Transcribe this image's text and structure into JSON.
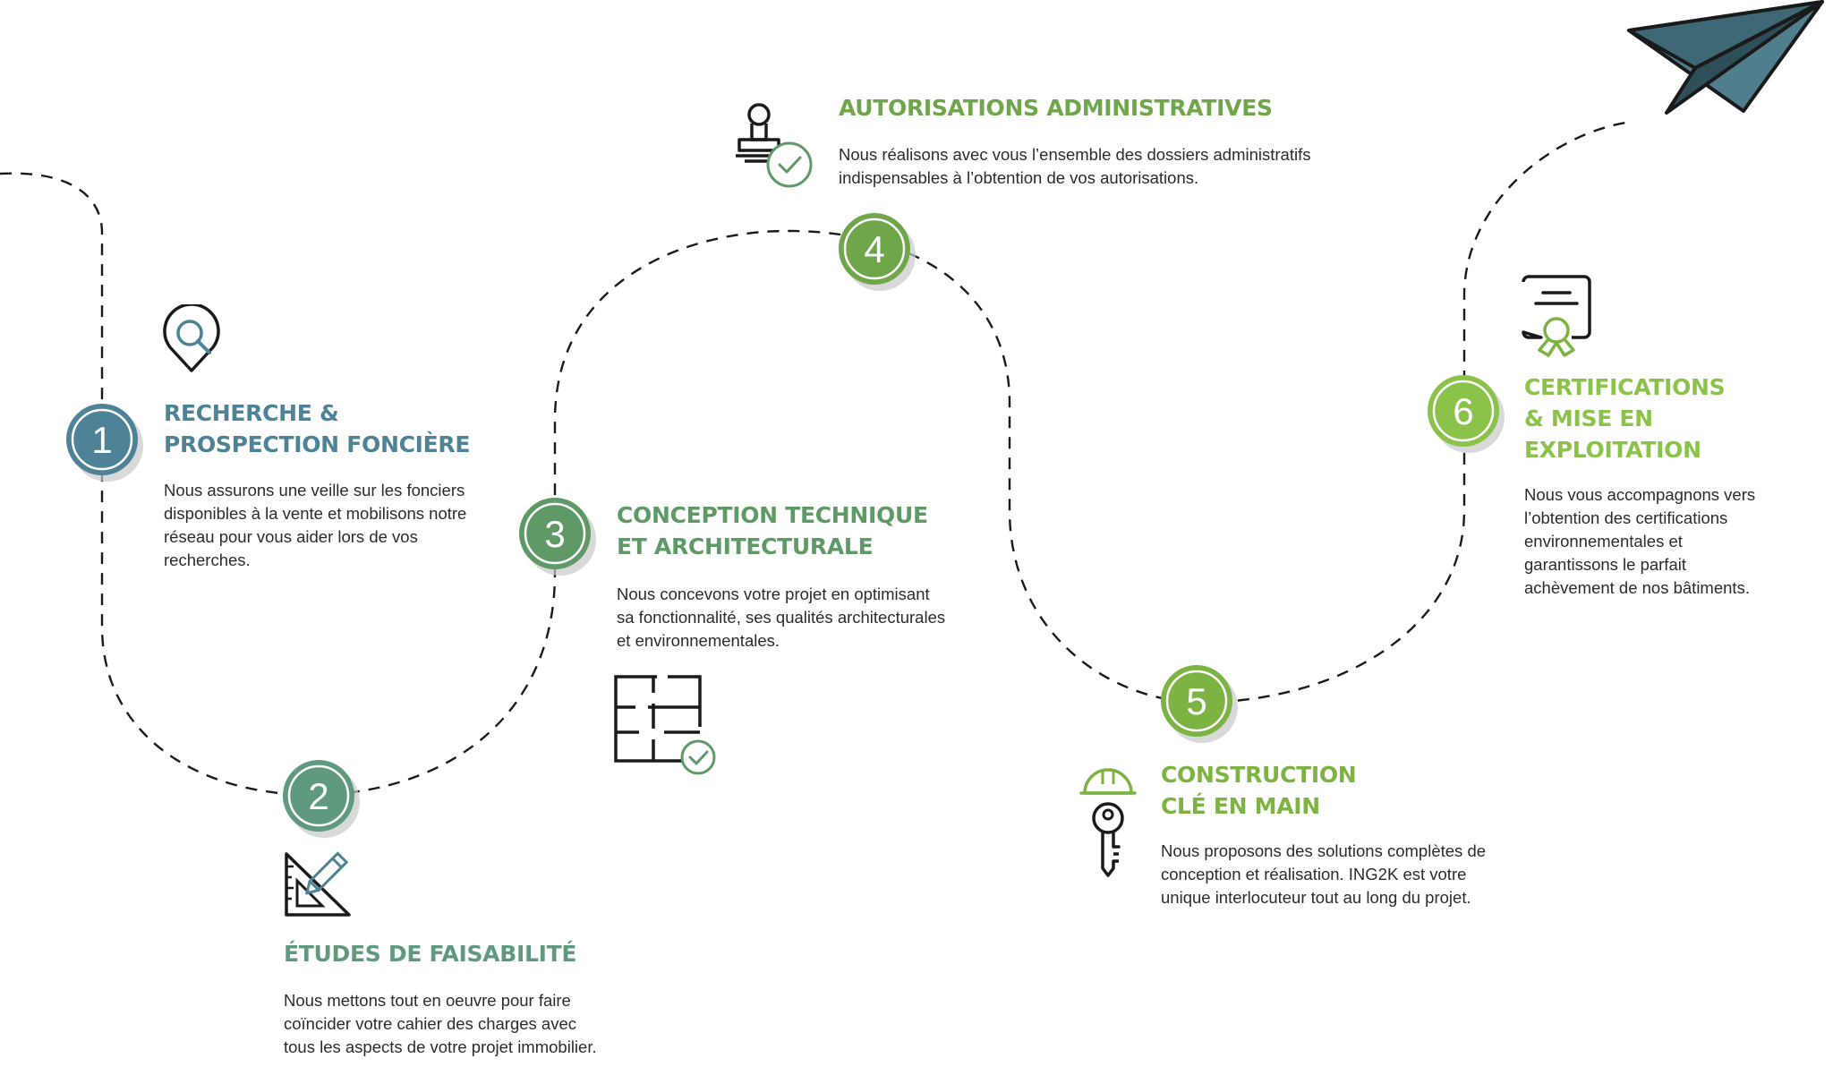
{
  "colors": {
    "teal": "#4e8296",
    "mid_green": "#5f9a66",
    "lime": "#7cb342",
    "dash": "#1a1a1a",
    "icon": "#1a1a1a",
    "plane": "#4f7f8c"
  },
  "steps": [
    {
      "number": "1",
      "title_lines": [
        "RECHERCHE &",
        "PROSPECTION FONCIÈRE"
      ],
      "description": "Nous assurons une veille sur les fonciers disponibles à la vente et mobilisons notre réseau pour vous aider lors de vos recherches.",
      "icon": "location-search-icon"
    },
    {
      "number": "2",
      "title_lines": [
        "ÉTUDES DE FAISABILITÉ"
      ],
      "description": "Nous mettons tout en oeuvre pour faire coïncider votre cahier des charges avec tous les aspects de votre projet immobilier.",
      "icon": "set-square-pencil-icon"
    },
    {
      "number": "3",
      "title_lines": [
        "CONCEPTION TECHNIQUE",
        "ET ARCHITECTURALE"
      ],
      "description": "Nous concevons votre projet en optimisant sa fonctionnalité, ses qualités architecturales et environnementales.",
      "icon": "floor-plan-check-icon"
    },
    {
      "number": "4",
      "title_lines": [
        "AUTORISATIONS ADMINISTRATIVES"
      ],
      "description": "Nous réalisons avec vous l’ensemble des dossiers administratifs indispensables à l’obtention de vos autorisations.",
      "icon": "stamp-check-icon"
    },
    {
      "number": "5",
      "title_lines": [
        "CONSTRUCTION",
        "CLÉ EN MAIN"
      ],
      "description": "Nous proposons des solutions complètes de conception et réalisation. ING2K est votre unique interlocuteur tout au long du projet.",
      "icon": "hardhat-key-icon"
    },
    {
      "number": "6",
      "title_lines": [
        "CERTIFICATIONS",
        "& MISE EN",
        "EXPLOITATION"
      ],
      "description": "Nous vous accompagnons vers l’obtention des certifications environnementales et garantissons le parfait achèvement de nos bâtiments.",
      "icon": "certificate-icon"
    }
  ],
  "decoration": {
    "icon": "paper-plane-icon"
  }
}
